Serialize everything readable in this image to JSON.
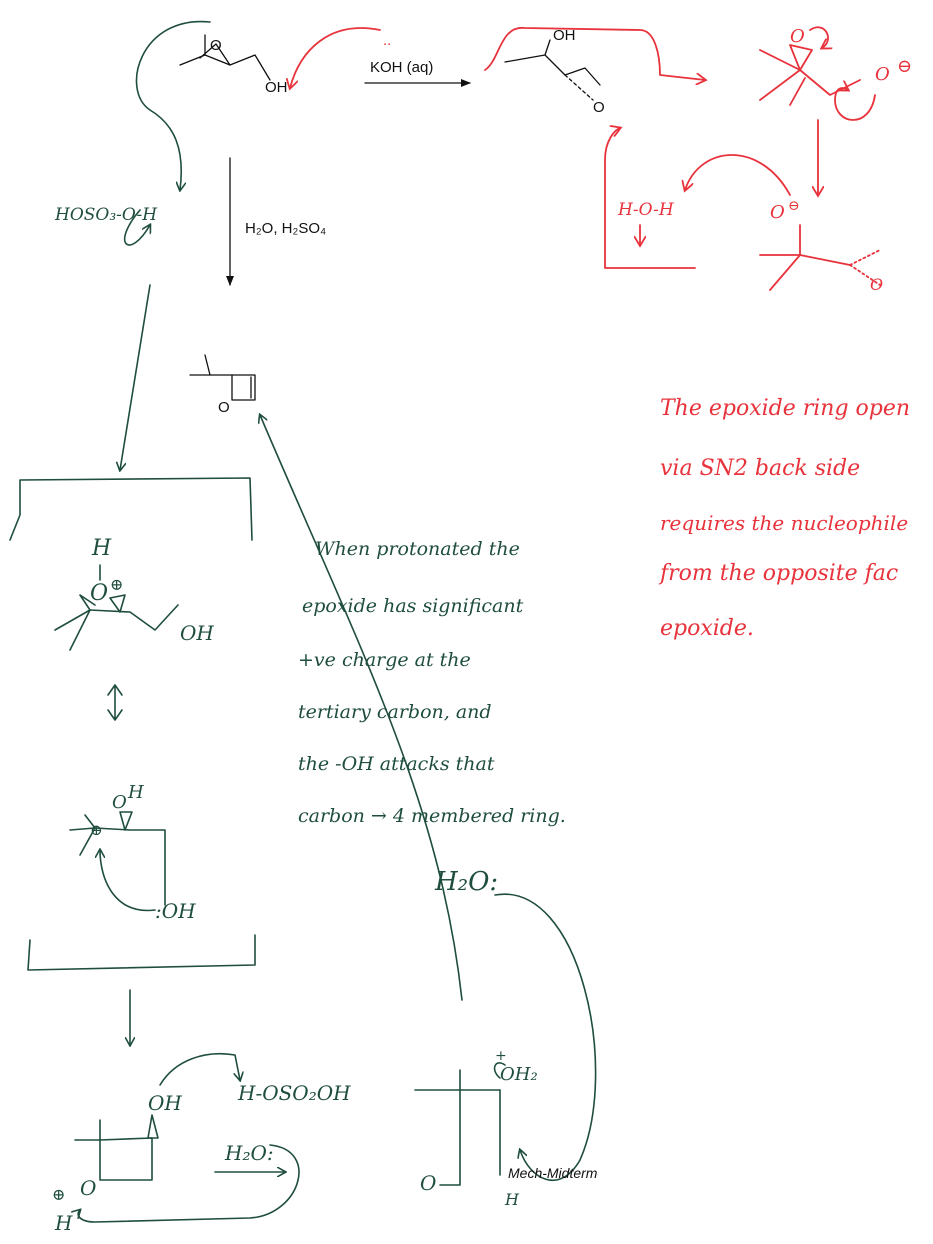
{
  "reagents": {
    "top_base": "KOH (aq)",
    "acid": "H₂O, H₂SO₄",
    "acid_label_mech": "HOSO₃-O-H",
    "acid_lower": "H-OSO₂OH",
    "water1": "H₂O:",
    "water2": "H₂O:",
    "water_red": "H-O-H"
  },
  "atoms": {
    "oxygen": "O",
    "hydroxyl": "OH",
    "hydroxyl_lone": ":OH",
    "oxh2": "OH₂",
    "hydrogen": "H",
    "minus_charge": "⊖",
    "plus_charge": "⊕",
    "plus_sign": "+"
  },
  "notes": {
    "green_explanation": [
      "When protonated the",
      "epoxide has significant",
      "+ve charge at the",
      "tertiary carbon, and",
      "the -OH attacks that",
      "carbon → 4 membered ring."
    ],
    "red_explanation": [
      "The epoxide ring open",
      "via SN2 back side",
      "requires the nucleophile",
      "from the opposite fac",
      "epoxide."
    ]
  },
  "watermark": "Mech-Midterm",
  "colors": {
    "green_ink": "#1f4e3d",
    "red_ink": "#e8323c",
    "print_ink": "#111111"
  }
}
